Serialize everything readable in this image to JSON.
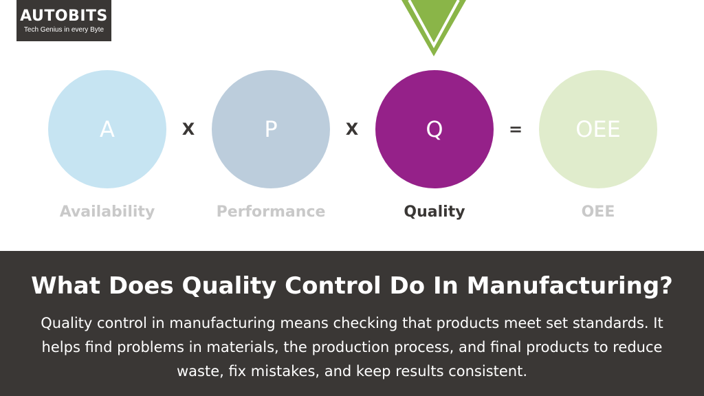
{
  "logo": {
    "name": "AUTOBITS",
    "tagline": "Tech Genius in every Byte"
  },
  "colors": {
    "availability": "#c6e4f2",
    "performance": "#bccddc",
    "quality": "#952189",
    "oee": "#e0eccc",
    "pointer": "#8ab548",
    "panel": "#3a3735",
    "caption_muted": "#c9c9c9",
    "caption_active": "#3a3735"
  },
  "formula": {
    "a": {
      "letter": "A",
      "caption": "Availability"
    },
    "p": {
      "letter": "P",
      "caption": "Performance"
    },
    "q": {
      "letter": "Q",
      "caption": "Quality"
    },
    "oee": {
      "letter": "OEE",
      "caption": "OEE"
    },
    "op1": "X",
    "op2": "X",
    "op3": "="
  },
  "panel": {
    "title": "What Does Quality Control Do In Manufacturing?",
    "body": "Quality control in manufacturing means checking that products meet set standards. It helps find problems in materials, the production process, and final products to reduce waste, fix mistakes, and keep results consistent."
  }
}
